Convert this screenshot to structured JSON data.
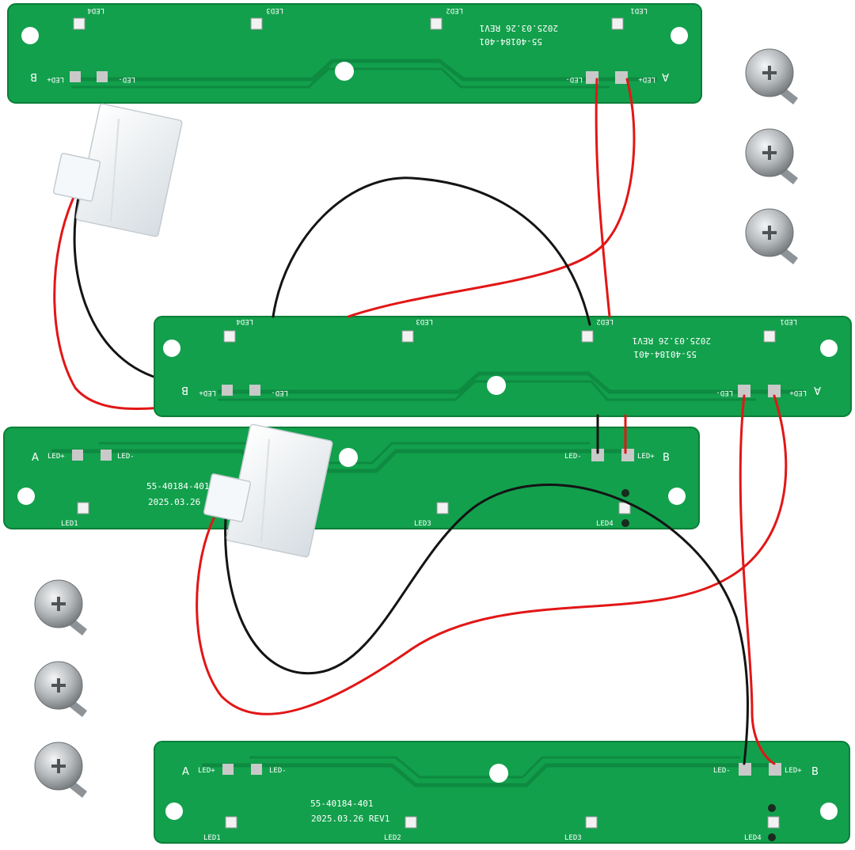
{
  "product": {
    "item_count": 4,
    "screw_count": 6
  },
  "colors": {
    "pcb": "#12a04c",
    "pcb_edge": "#0b7f39",
    "trace": "#0e8a41",
    "pad": "#c9c9c9",
    "wire_red": "#e21616",
    "wire_black": "#141414",
    "connector": "#eef3f6",
    "screw": "#a8acaf"
  },
  "boards": [
    {
      "orientation": "flipped",
      "code": "55-40184-401",
      "date": "2025.03.26 REV1",
      "led_labels": [
        "LED1",
        "LED2",
        "LED3",
        "LED4"
      ],
      "pad_a_labels": [
        "LED-",
        "LED+"
      ],
      "pad_b_labels": [
        "LED-",
        "LED+"
      ],
      "end_letters": [
        "A",
        "B"
      ]
    },
    {
      "orientation": "flipped",
      "code": "55-40184-401",
      "date": "2025.03.26 REV1",
      "led_labels": [
        "LED1",
        "LED2",
        "LED3",
        "LED4"
      ],
      "pad_a_labels": [
        "LED-",
        "LED+"
      ],
      "pad_b_labels": [
        "LED-",
        "LED+"
      ],
      "end_letters": [
        "A",
        "B"
      ]
    },
    {
      "orientation": "upright",
      "code": "55-40184-401",
      "date": "2025.03.26",
      "led_labels": [
        "LED1",
        "LED3",
        "LED4"
      ],
      "pad_a_labels": [
        "LED+",
        "LED-"
      ],
      "pad_b_labels": [
        "LED-",
        "LED+"
      ],
      "end_letters": [
        "A",
        "B"
      ]
    },
    {
      "orientation": "upright",
      "code": "55-40184-401",
      "date": "2025.03.26 REV1",
      "led_labels": [
        "LED1",
        "LED2",
        "LED3",
        "LED4"
      ],
      "pad_a_labels": [
        "LED+",
        "LED-"
      ],
      "pad_b_labels": [
        "LED-",
        "LED+"
      ],
      "end_letters": [
        "A",
        "B"
      ]
    }
  ]
}
